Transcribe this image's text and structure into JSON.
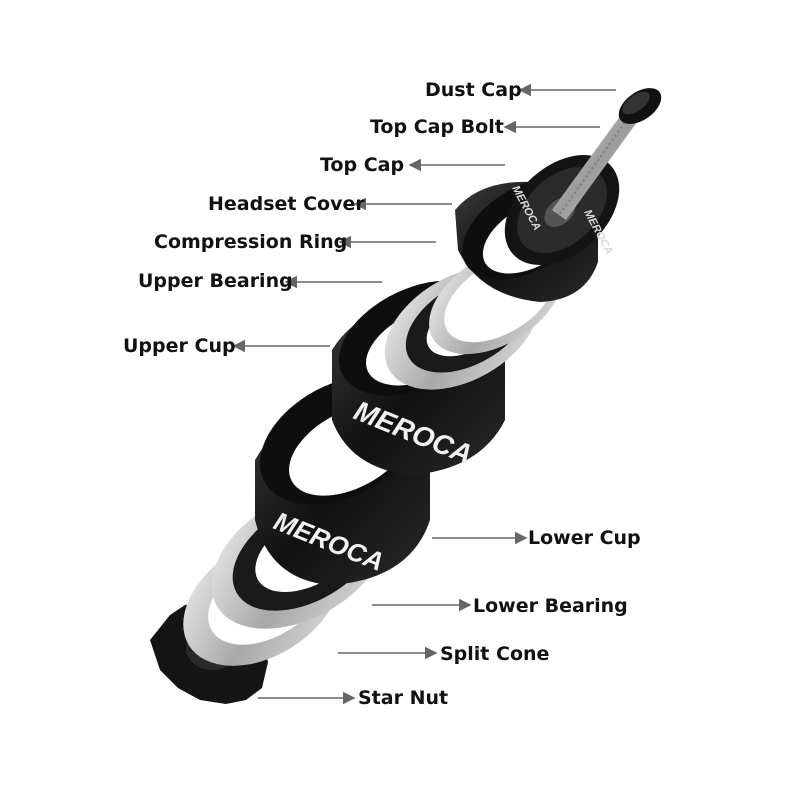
{
  "diagram": {
    "brand_mark": "MEROCA",
    "labels": [
      {
        "id": "dust-cap",
        "text": "Dust Cap"
      },
      {
        "id": "top-cap-bolt",
        "text": "Top Cap Bolt"
      },
      {
        "id": "top-cap",
        "text": "Top Cap"
      },
      {
        "id": "headset-cover",
        "text": "Headset Cover"
      },
      {
        "id": "compression-ring",
        "text": "Compression Ring"
      },
      {
        "id": "upper-bearing",
        "text": "Upper Bearing"
      },
      {
        "id": "upper-cup",
        "text": "Upper Cup"
      },
      {
        "id": "lower-cup",
        "text": "Lower Cup"
      },
      {
        "id": "lower-bearing",
        "text": "Lower Bearing"
      },
      {
        "id": "split-cone",
        "text": "Split Cone"
      },
      {
        "id": "star-nut",
        "text": "Star Nut"
      }
    ],
    "colors": {
      "anodized_black": "#161616",
      "silver": "#c9c9c9",
      "arrow": "#666666",
      "text": "#111111"
    }
  }
}
